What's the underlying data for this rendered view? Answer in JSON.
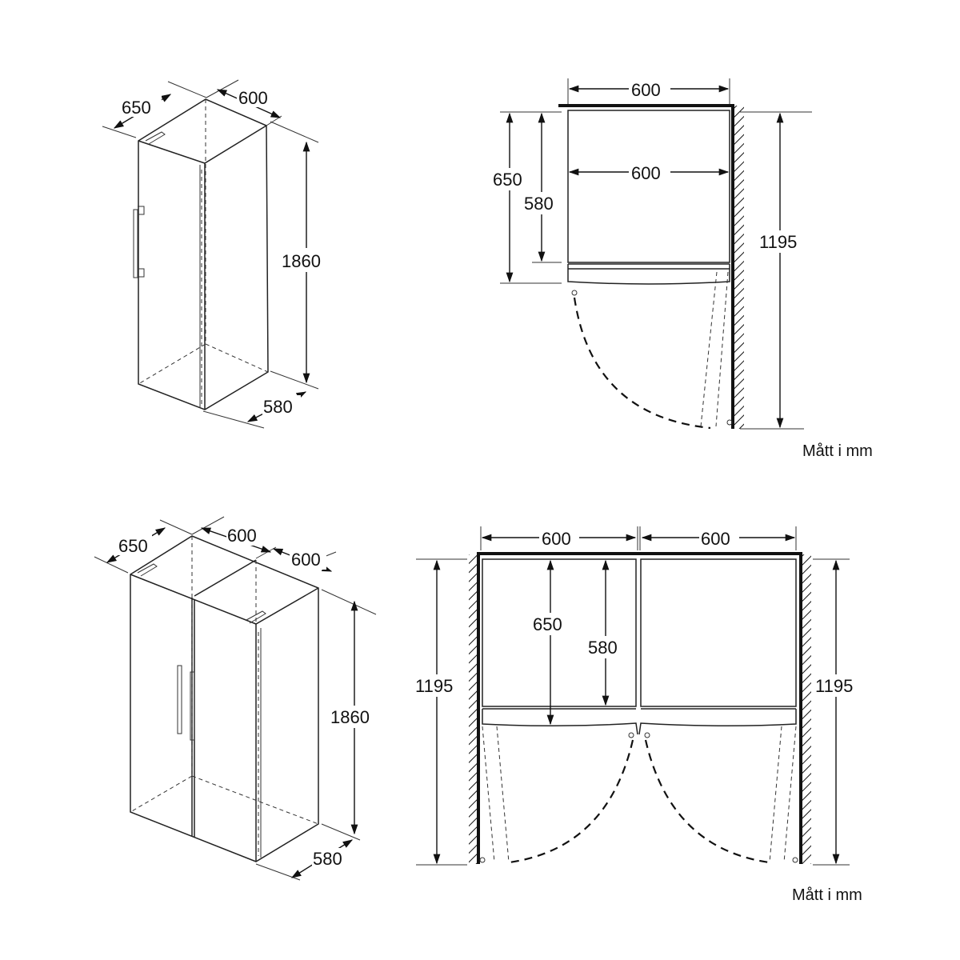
{
  "single_unit": {
    "iso": {
      "depth": "650",
      "width": "600",
      "height": "1860",
      "depth_without_door": "580"
    },
    "plan": {
      "width_top": "600",
      "width_inner": "600",
      "depth": "650",
      "depth_body": "580",
      "door_open_depth": "1195"
    },
    "unit_note": "Mått i mm"
  },
  "double_unit": {
    "iso": {
      "depth": "650",
      "width_left": "600",
      "width_right": "600",
      "height": "1860",
      "depth_without_door": "580"
    },
    "plan": {
      "width_left": "600",
      "width_right": "600",
      "depth": "650",
      "depth_body": "580",
      "door_open_depth_left": "1195",
      "door_open_depth_right": "1195"
    },
    "unit_note": "Mått i mm"
  }
}
